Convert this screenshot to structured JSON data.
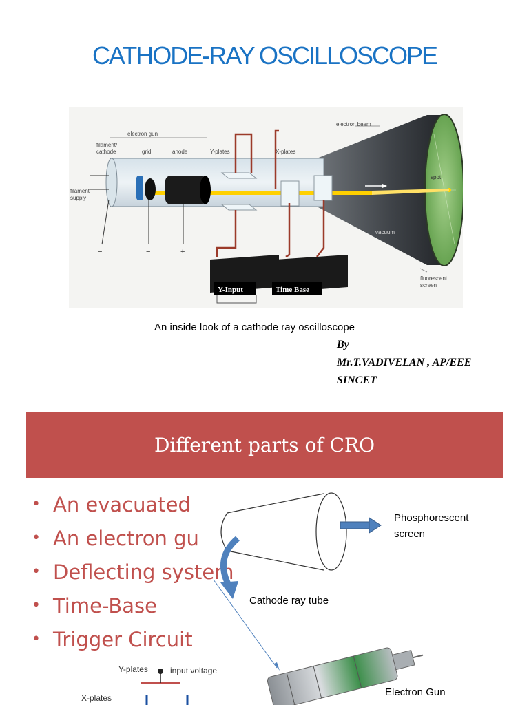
{
  "slide1": {
    "title": "CATHODE-RAY OSCILLOSCOPE",
    "figure_labels": {
      "electron_gun": "electron gun",
      "filament_cathode_1": "filament/",
      "filament_cathode_2": "cathode",
      "grid": "grid",
      "anode": "anode",
      "y_plates": "Y-plates",
      "x_plates": "X-plates",
      "electron_beam": "electron beam",
      "spot": "spot",
      "vacuum": "vacuum",
      "fluorescent_1": "fluorescent",
      "fluorescent_2": "screen",
      "filament_supply_1": "filament",
      "filament_supply_2": "supply",
      "y_input": "Y-Input",
      "time_base": "Time Base",
      "minus": "−",
      "plus": "+"
    },
    "caption": "An inside look of a cathode ray oscilloscope",
    "by": "By",
    "author": "Mr.T.VADIVELAN , AP/EEE",
    "institution": "SINCET"
  },
  "slide2": {
    "title": "Different parts of CRO",
    "bullets": [
      "An evacuated",
      "An electron gu",
      "Deflecting system",
      "Time-Base",
      "Trigger Circuit"
    ],
    "labels": {
      "phosphorescent_1": "Phosphorescent",
      "phosphorescent_2": "screen",
      "crt": "Cathode ray tube",
      "electron_gun": "Electron Gun",
      "y_plates": "Y-plates",
      "input_voltage": "input voltage",
      "x_plates": "X-plates"
    },
    "colors": {
      "banner": "#c0504d",
      "bullet_text": "#c0504d",
      "arrow": "#4f81bd"
    }
  }
}
